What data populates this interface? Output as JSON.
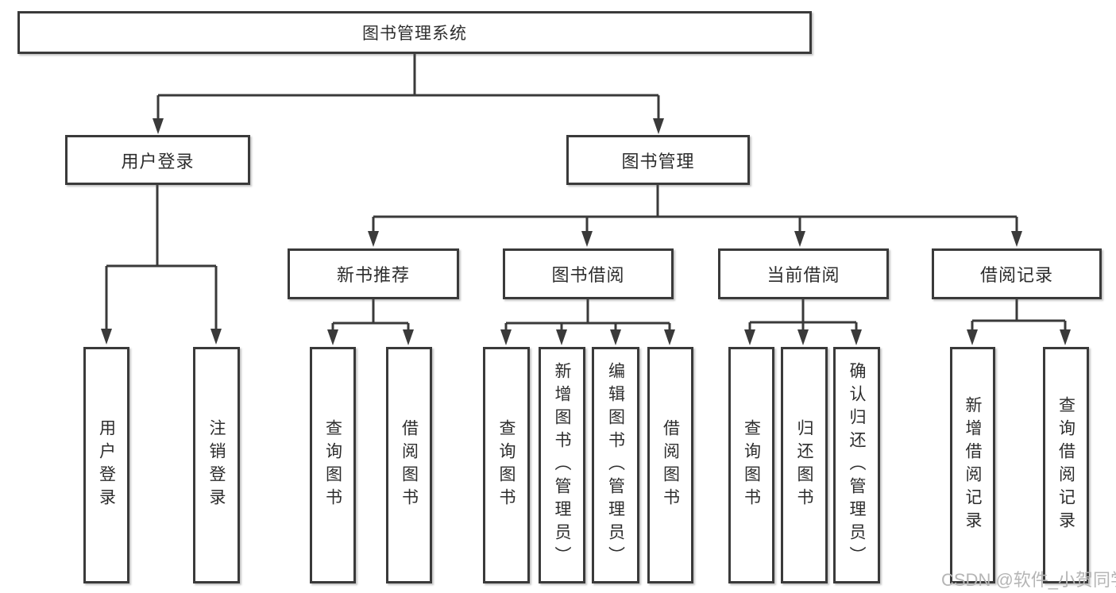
{
  "nodes": {
    "root": {
      "label": "图书管理系统"
    },
    "branches": [
      {
        "label": "用户登录",
        "children": [
          {
            "label": "用户登录"
          },
          {
            "label": "注销登录"
          }
        ]
      },
      {
        "label": "图书管理",
        "children": [
          {
            "label": "新书推荐",
            "children": [
              {
                "label": "查询图书"
              },
              {
                "label": "借阅图书"
              }
            ]
          },
          {
            "label": "图书借阅",
            "children": [
              {
                "label": "查询图书"
              },
              {
                "label": "新增图书（管理员）"
              },
              {
                "label": "编辑图书（管理员）"
              },
              {
                "label": "借阅图书"
              }
            ]
          },
          {
            "label": "当前借阅",
            "children": [
              {
                "label": "查询图书"
              },
              {
                "label": "归还图书"
              },
              {
                "label": "确认归还（管理员）"
              }
            ]
          },
          {
            "label": "借阅记录",
            "children": [
              {
                "label": "新增借阅记录"
              },
              {
                "label": "查询借阅记录"
              }
            ]
          }
        ]
      }
    ]
  },
  "watermark": {
    "text": "CSDN @软件_小贺同学"
  },
  "colors": {
    "line": "#3a3a3a",
    "box_border": "#3a3a3a",
    "text": "#2d2d2d",
    "background": "#ffffff",
    "watermark": "#b5b5b5"
  }
}
